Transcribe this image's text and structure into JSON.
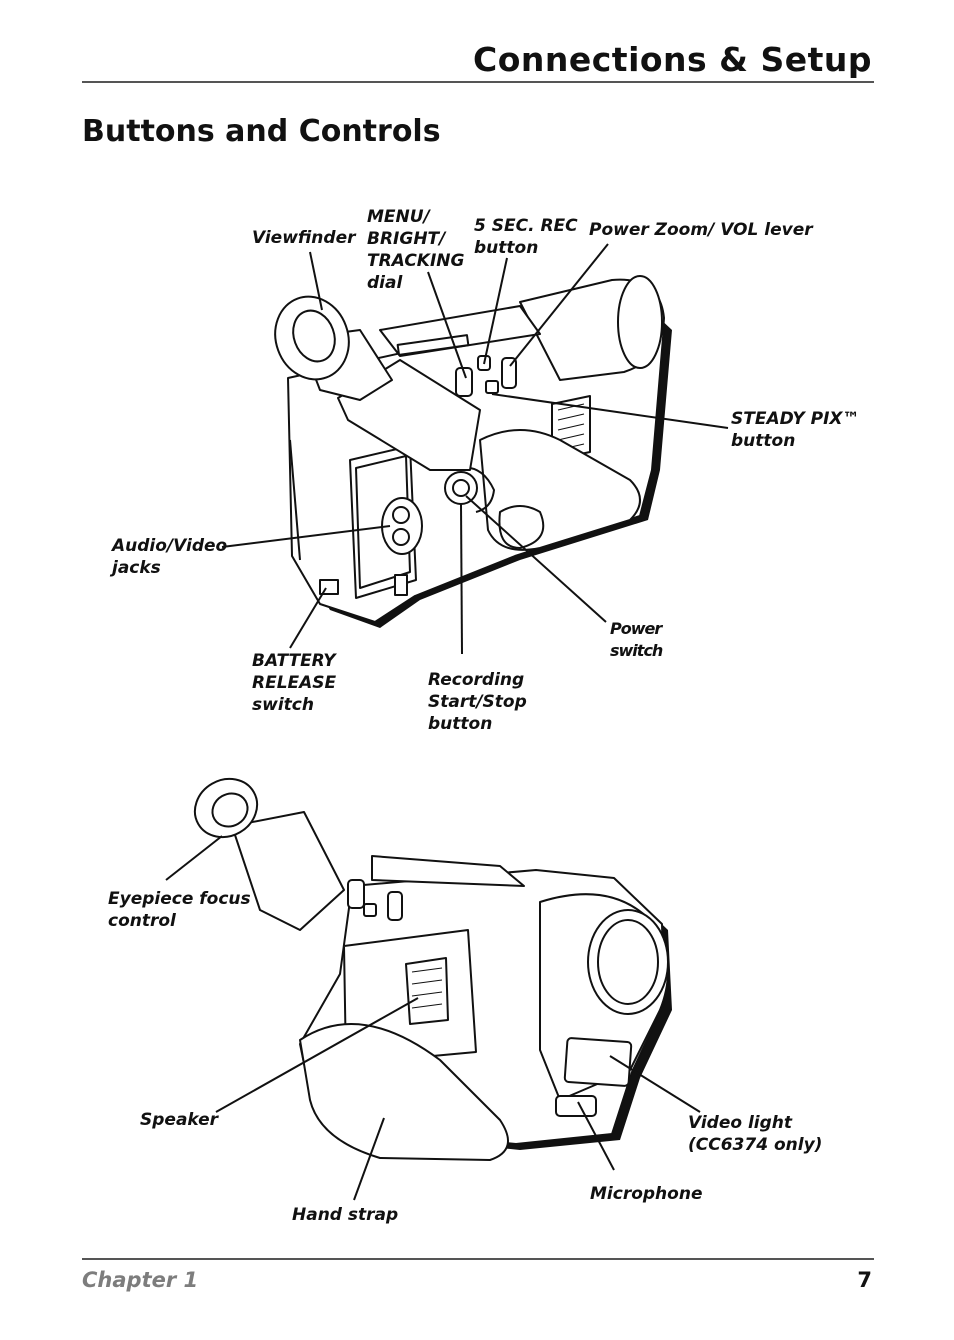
{
  "header": {
    "title": "Connections & Setup"
  },
  "section": {
    "title": "Buttons and Controls"
  },
  "figure_top": {
    "labels": {
      "viewfinder": "Viewfinder",
      "menu_dial": "MENU/\nBRIGHT/\nTRACKING\ndial",
      "rec_button": "5 SEC. REC\nbutton",
      "zoom_lever": "Power Zoom/ VOL lever",
      "steady_pix": "STEADY PIX™\nbutton",
      "av_jacks": "Audio/Video\njacks",
      "power_switch": "Power\nswitch",
      "battery_release": "BATTERY\nRELEASE\nswitch",
      "record_button": "Recording\nStart/Stop\nbutton"
    }
  },
  "figure_bottom": {
    "labels": {
      "eyepiece": "Eyepiece focus\ncontrol",
      "speaker": "Speaker",
      "video_light": "Video light\n(CC6374 only)",
      "microphone": "Microphone",
      "hand_strap": "Hand strap"
    }
  },
  "footer": {
    "chapter": "Chapter 1",
    "page": "7"
  }
}
